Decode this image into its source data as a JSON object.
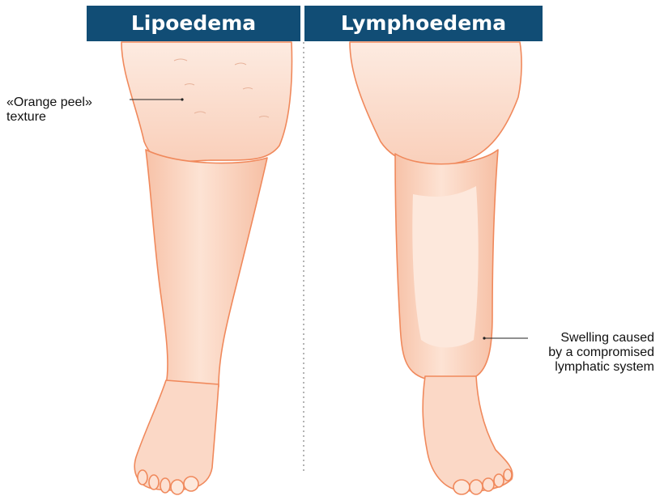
{
  "headers": {
    "left": "Lipoedema",
    "right": "Lymphoedema"
  },
  "annotations": {
    "left": {
      "lines": [
        "«Orange peel»",
        "texture"
      ]
    },
    "right": {
      "lines": [
        "Swelling caused",
        "by a compromised",
        "lymphatic system"
      ]
    }
  },
  "colors": {
    "header_bg": "#114d75",
    "skin_base": "#fbd9c9",
    "skin_light": "#fde8dc",
    "skin_outline": "#f0895c",
    "divider": "#9a9a9a"
  }
}
